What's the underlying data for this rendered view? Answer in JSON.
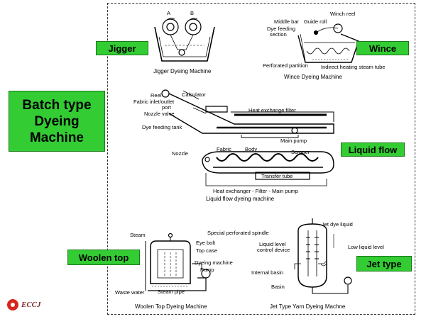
{
  "title_lines": [
    "Batch type",
    "Dyeing",
    "Machine"
  ],
  "tags": {
    "jigger": "Jigger",
    "wince": "Wince",
    "liquid_flow": "Liquid flow",
    "woolen_top": "Woolen top",
    "jet_type": "Jet type"
  },
  "jigger": {
    "caption": "Jigger Dyeing Machine",
    "roll_a": "A",
    "roll_b": "B"
  },
  "wince": {
    "caption": "Wince Dyeing Machine",
    "labels": {
      "winch_reel": "Winch reel",
      "middle_bar": "Middle bar",
      "guide_roll": "Guide roll",
      "dye_feeding_1": "Dye feeding",
      "dye_feeding_2": "section",
      "perforated_partition": "Perforated partition",
      "indirect_heating": "Indirect heating steam tube"
    }
  },
  "continuous": {
    "labels": {
      "reel": "Reel",
      "calculator": "Calculator",
      "fabric_inlet_1": "Fabric inlet/outlet",
      "fabric_inlet_2": "port",
      "nozzle_valve": "Nozzle valve",
      "heat_exchange_filter": "Heat exchange filter",
      "dye_feeding_tank": "Dye feeding tank",
      "main_pump": "Main pump"
    }
  },
  "liquid_flow": {
    "caption": "Liquid flow dyeing machine",
    "labels": {
      "nozzle": "Nozzle",
      "fabric": "Fabric",
      "body": "Body",
      "scraper": "Scraper",
      "transfer_tube": "Transfer tube",
      "bottom_line": "Heat exchanger - Filter - Main pump"
    }
  },
  "woolen": {
    "caption": "Woolen Top Dyeing Machine",
    "labels": {
      "steam": "Steam",
      "eye_bolt": "Eye bolt",
      "top_case": "Top case",
      "dyeing_machine": "Dyeing machine",
      "pump": "Pump",
      "waste_water": "Waste water",
      "steam_pipe": "Steam pipe"
    }
  },
  "jet": {
    "caption": "Jet Type Yarn Dyeing Machne",
    "labels": {
      "jet_dye_liquid": "Jet dye liquid",
      "special_spindle": "Special perforated spindle",
      "liquid_level_1": "Liquid level",
      "liquid_level_2": "control device",
      "low_liquid_level": "Low liquid level",
      "internal_basin": "Internal basin",
      "basin": "Basin"
    }
  },
  "logo_text": "ECCJ",
  "colors": {
    "tag_green": "#33cc33",
    "logo_red": "#d7261e"
  }
}
